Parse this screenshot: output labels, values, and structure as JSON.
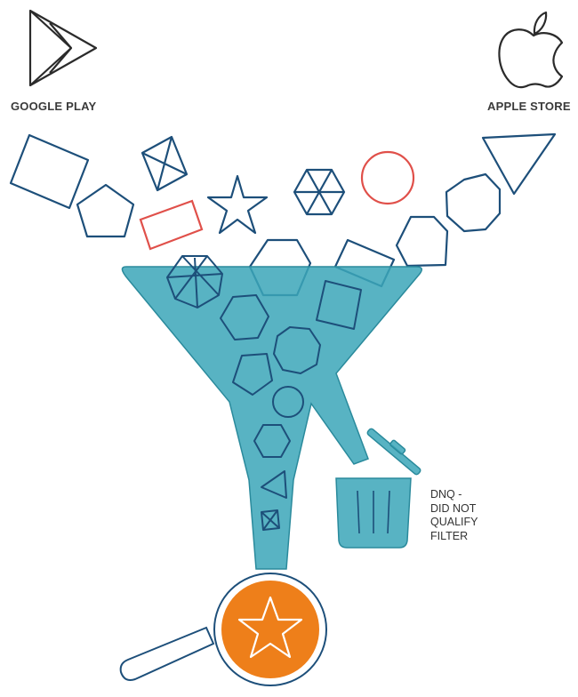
{
  "sources": {
    "google_play": {
      "label": "GOOGLE PLAY",
      "icon": "google-play-icon"
    },
    "apple_store": {
      "label": "APPLE STORE",
      "icon": "apple-icon"
    }
  },
  "dnq": {
    "lines": [
      "DNQ -",
      "DID NOT",
      "QUALIFY",
      "FILTER"
    ]
  },
  "colors": {
    "outline": "#1d4f7a",
    "highlight": "#e0504a",
    "funnel": "#3ba6b9",
    "result": "#ee7f1a"
  },
  "icons": {
    "funnel": "funnel-icon",
    "trash": "trash-bin-icon",
    "result": "magnifier-star-icon"
  }
}
